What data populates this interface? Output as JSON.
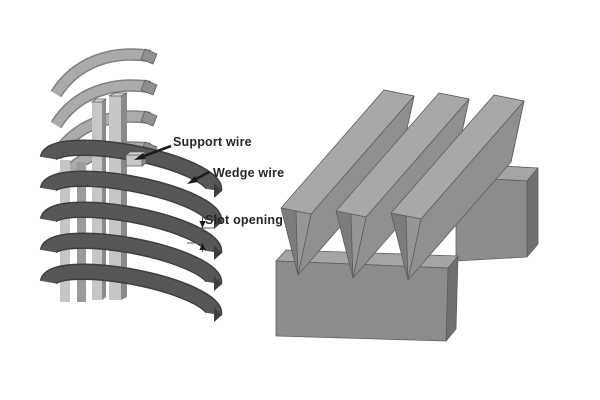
{
  "figure": {
    "background": "#ffffff",
    "left_illustration": {
      "labels": {
        "support_wire": "Support wire",
        "wedge_wire": "Wedge wire",
        "slot_opening": "Slot opening"
      }
    },
    "colors": {
      "dark_band": "#575757",
      "dark_band_edge": "#3e3e3e",
      "light_band": "#ababab",
      "light_band_edge": "#818181",
      "light_band_end": "#8f8f8f",
      "support_light": "#c6c6c6",
      "support_mid": "#9b9b9b",
      "support_side": "#8a8a8a",
      "support_top": "#d4d4d4",
      "wire_top": "#a8a8a8",
      "wire_slope": "#8f8f8f",
      "wire_end": "#858585",
      "wire_cap_dark": "#7c7c7c",
      "wire_cap_light": "#969696",
      "block_front": "#8c8c8c",
      "block_top": "#a5a5a5",
      "block_side": "#6f6f6f",
      "outline": "#5e5e5e",
      "annotation": "#1a1a1a",
      "dimension_line": "#555555",
      "label_text": "#262626"
    }
  }
}
